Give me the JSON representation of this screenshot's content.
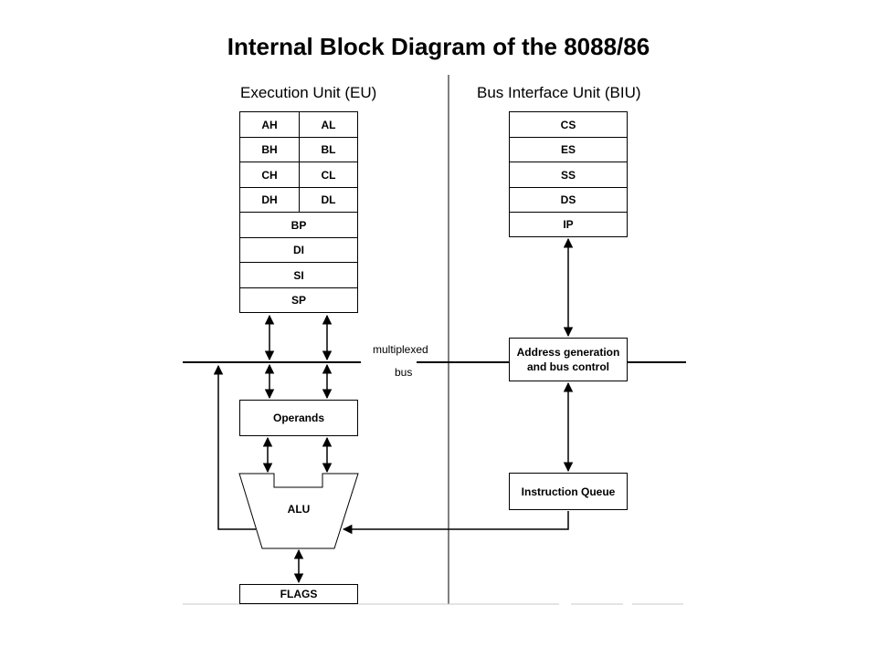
{
  "title": "Internal Block Diagram of the 8088/86",
  "eu": {
    "heading": "Execution Unit (EU)",
    "pairs": [
      {
        "hi": "AH",
        "lo": "AL"
      },
      {
        "hi": "BH",
        "lo": "BL"
      },
      {
        "hi": "CH",
        "lo": "CL"
      },
      {
        "hi": "DH",
        "lo": "DL"
      }
    ],
    "pointers": [
      "BP",
      "DI",
      "SI",
      "SP"
    ],
    "operands": "Operands",
    "alu": "ALU",
    "flags": "FLAGS"
  },
  "biu": {
    "heading": "Bus Interface Unit (BIU)",
    "segments": [
      "CS",
      "ES",
      "SS",
      "DS",
      "IP"
    ],
    "addr_gen_line1": "Address generation",
    "addr_gen_line2": "and bus control",
    "queue": "Instruction Queue"
  },
  "bus": {
    "label_line1": "multiplexed",
    "label_line2": "bus"
  }
}
